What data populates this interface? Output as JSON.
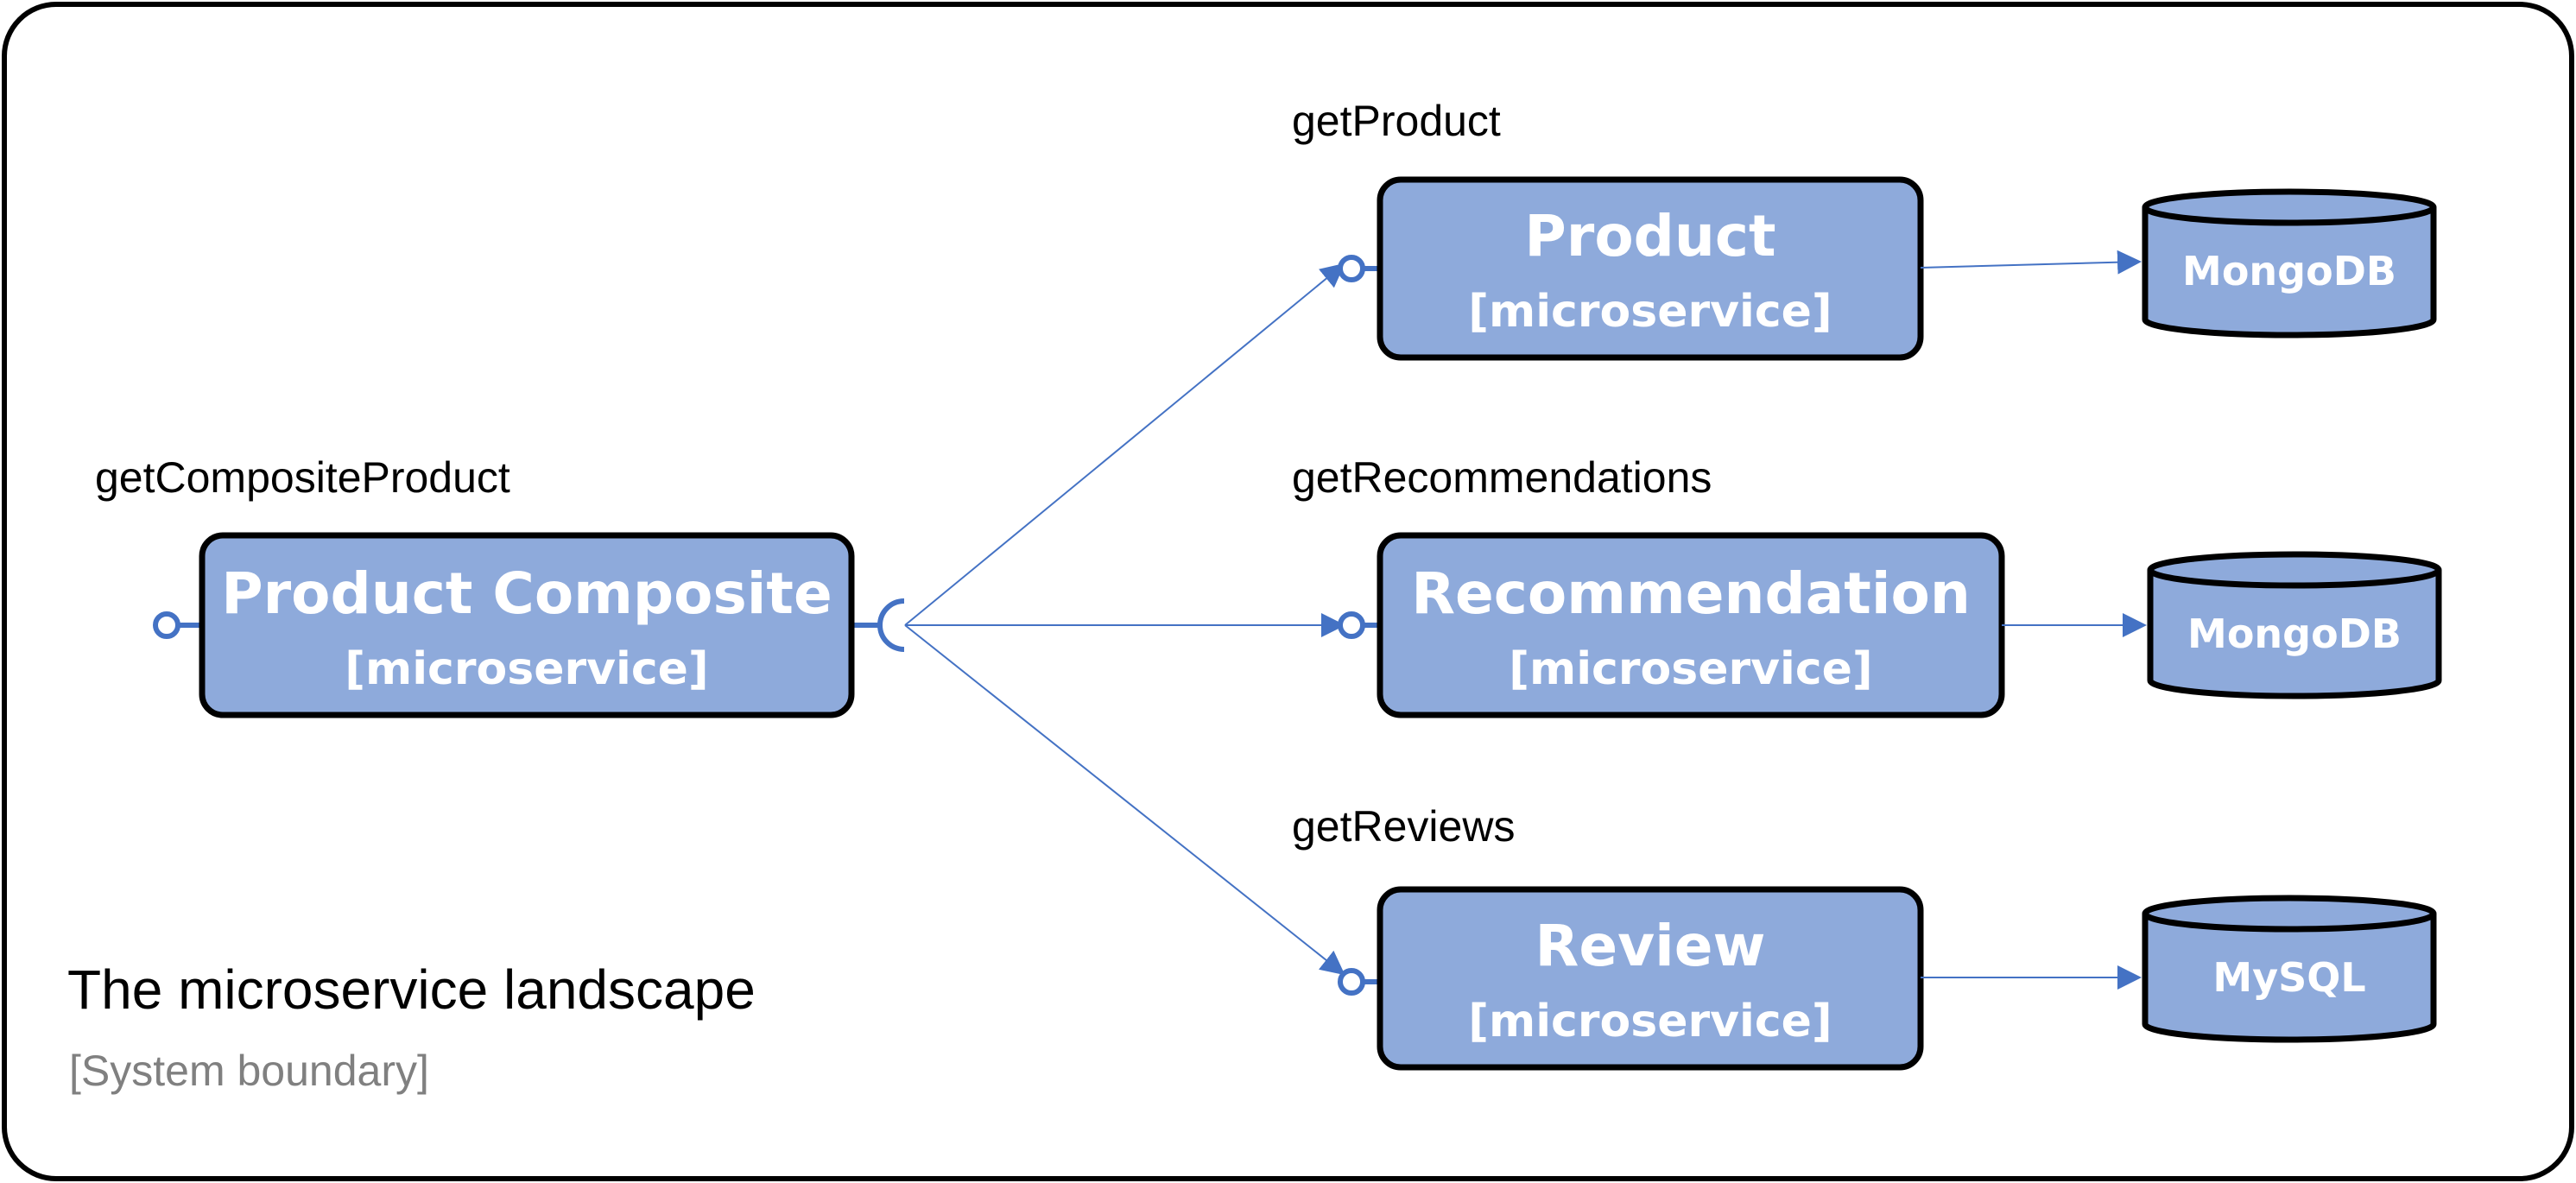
{
  "colors": {
    "box_fill": "#8eaadb",
    "box_stroke": "#000000",
    "connector": "#4472c4",
    "text_on_box": "#ffffff",
    "boundary_stroke": "#000000",
    "boundary_subtitle": "#808080"
  },
  "boundary": {
    "title": "The microservice landscape",
    "subtitle": "[System boundary]"
  },
  "services": {
    "composite": {
      "interface": "getCompositeProduct",
      "name": "Product Composite",
      "type": "[microservice]"
    },
    "product": {
      "interface": "getProduct",
      "name": "Product",
      "type": "[microservice]",
      "database": "MongoDB"
    },
    "recommendation": {
      "interface": "getRecommendations",
      "name": "Recommendation",
      "type": "[microservice]",
      "database": "MongoDB"
    },
    "review": {
      "interface": "getReviews",
      "name": "Review",
      "type": "[microservice]",
      "database": "MySQL"
    }
  }
}
